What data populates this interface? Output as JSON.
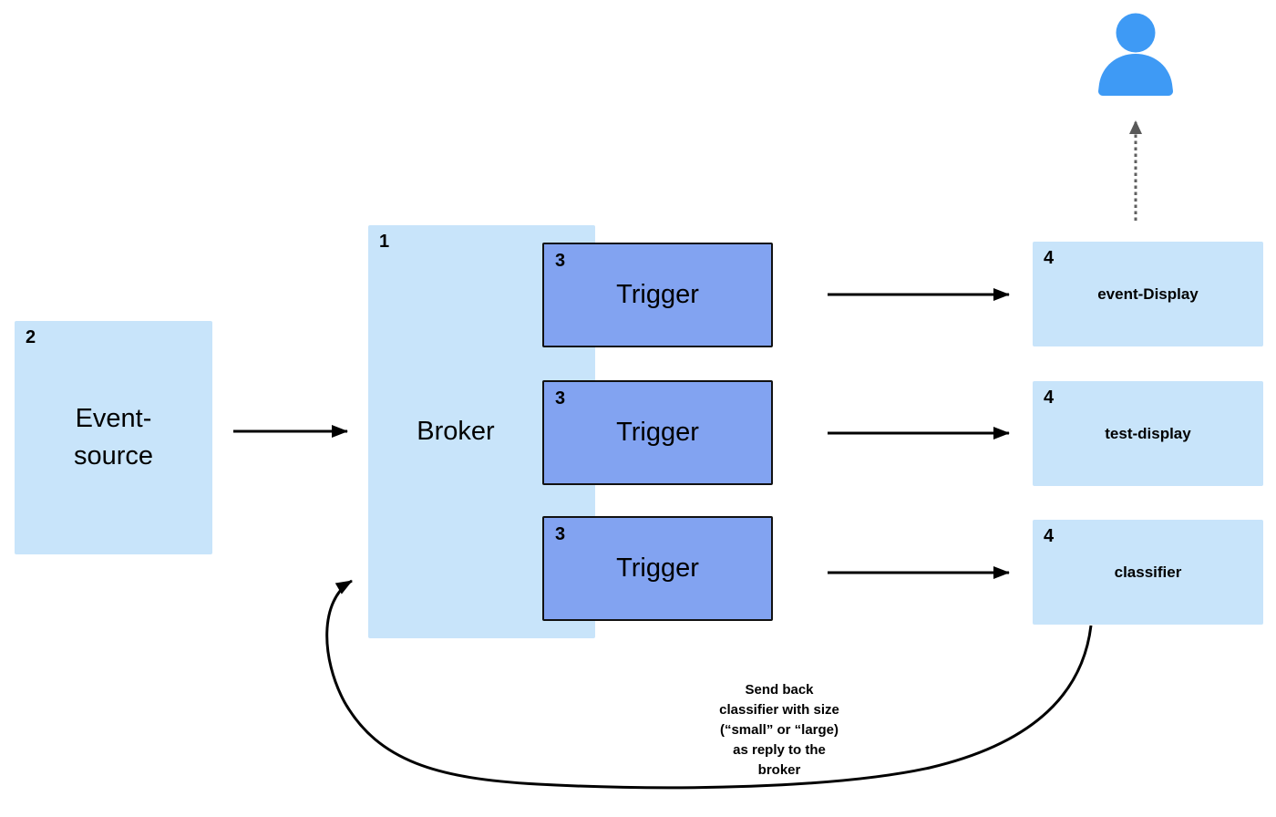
{
  "nodes": {
    "event_source": {
      "number": "2",
      "label": "Event-\nsource"
    },
    "broker": {
      "number": "1",
      "label": "Broker"
    },
    "triggers": [
      {
        "number": "3",
        "label": "Trigger"
      },
      {
        "number": "3",
        "label": "Trigger"
      },
      {
        "number": "3",
        "label": "Trigger"
      }
    ],
    "services": [
      {
        "number": "4",
        "label": "event-Display"
      },
      {
        "number": "4",
        "label": "test-display"
      },
      {
        "number": "4",
        "label": "classifier"
      }
    ]
  },
  "annotation": {
    "text": "Send back\nclassifier with size\n(“small” or “large)\nas reply to the\nbroker"
  },
  "icons": {
    "user": "person-silhouette"
  },
  "colors": {
    "node_fill_light": "#c8e4fa",
    "trigger_fill": "#82a3f1",
    "trigger_border": "#111111",
    "user_icon_blue": "#3e9af5",
    "arrow_black": "#000000",
    "dashed_arrow_gray": "#606060"
  }
}
